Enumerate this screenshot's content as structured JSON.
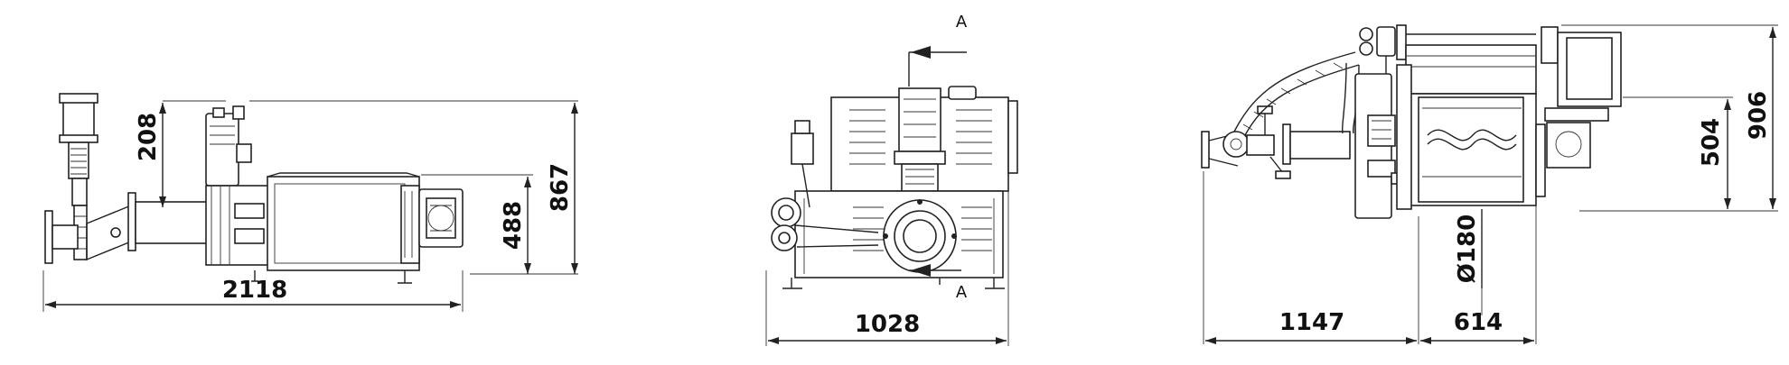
{
  "colors": {
    "line": "#222222",
    "background": "#ffffff"
  },
  "views": {
    "side_left": {
      "dimensions": {
        "length": "2118",
        "height_total": "867",
        "height_body": "488",
        "height_valve": "208"
      }
    },
    "front": {
      "section_marker_top": "A",
      "section_marker_bottom": "A",
      "dimensions": {
        "width": "1028"
      }
    },
    "side_right": {
      "dimensions": {
        "length_inlet": "1147",
        "length_body": "614",
        "height_total": "906",
        "height_body": "504",
        "diameter": "Ø180"
      }
    }
  }
}
